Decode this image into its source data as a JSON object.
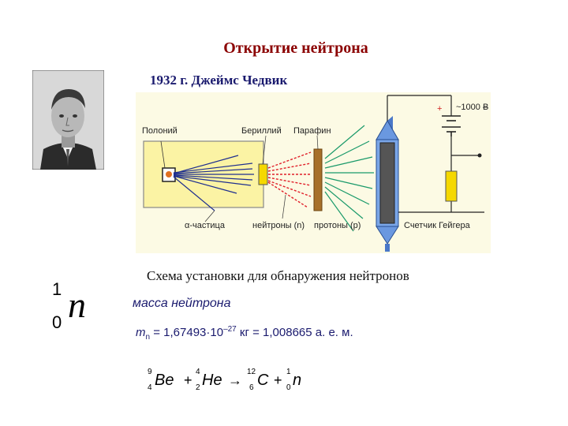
{
  "title": "Открытие нейтрона",
  "subtitle": "1932 г. Джеймс Чедвик",
  "schematic": {
    "label_polonium": "Полоний",
    "label_beryllium": "Бериллий",
    "label_paraffin": "Парафин",
    "label_alpha": "α-частица",
    "label_neutrons": "нейтроны (n)",
    "label_protons": "протоны (p)",
    "label_counter": "Счетчик Гейгера",
    "label_voltage": "~1000 В",
    "label_plus": "+",
    "label_minus": "–"
  },
  "caption": "Схема установки для обнаружения нейтронов",
  "nuclide": {
    "mass_number": "1",
    "atomic_number": "0",
    "symbol": "n"
  },
  "mass_label": "масса нейтрона",
  "mass_formula": {
    "symbol": "m",
    "subscript": "n",
    "value": " = 1,67493·10",
    "exponent": "–27",
    "rest": " кг = 1,008665 а. е. м."
  },
  "reaction": {
    "be_a": "9",
    "be_z": "4",
    "be": "Be",
    "plus1": "+",
    "he_a": "4",
    "he_z": "2",
    "he": "He",
    "arrow": "→",
    "c_a": "12",
    "c_z": "6",
    "c": "C",
    "plus2": "+",
    "n_a": "1",
    "n_z": "0",
    "n": "n"
  },
  "colors": {
    "title": "#8b0000",
    "subtitle": "#1a1a6e",
    "schematic_bg": "#fcfae4",
    "alpha_rays": "#1f2f8f",
    "neutron_rays": "#e0202a",
    "proton_rays": "#1a9a6a"
  }
}
